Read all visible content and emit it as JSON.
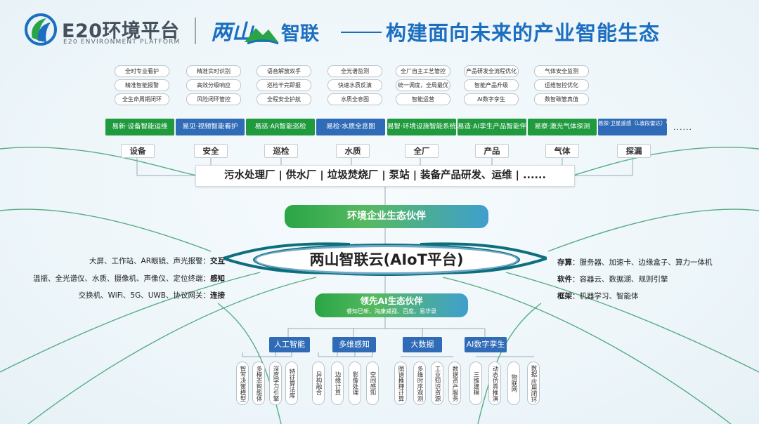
{
  "header": {
    "e20_logo_text": "E20环境平台",
    "e20_logo_sub": "E20 ENVIRONMENT PLATFORM",
    "brand": "智联",
    "brand_logo_text": "两山",
    "title": "构建面向未来的产业智能生态"
  },
  "capability_tags": [
    [
      "全时专业看护",
      "精准智能报警",
      "全生命周期闭环"
    ],
    [
      "精准实时识别",
      "高效分级响应",
      "风险闭环管控"
    ],
    [
      "语音解放双手",
      "巡检干完即报",
      "全程安全护航"
    ],
    [
      "全光谱监测",
      "快速水质反演",
      "水质全息图"
    ],
    [
      "全厂自主工艺管控",
      "统一调度，全局最优",
      "智能运营"
    ],
    [
      "产品研发全流程优化",
      "智能产品升级",
      "AI数字孪生"
    ],
    [
      "气体安全监测",
      "运维智控优化",
      "数智碳管真值"
    ]
  ],
  "products": [
    {
      "label": "易新·设备智能运维",
      "color": "green"
    },
    {
      "label": "易见·视频智能看护",
      "color": "blue"
    },
    {
      "label": "易巡·AR智能巡检",
      "color": "green"
    },
    {
      "label": "易检·水质全息图",
      "color": "blue"
    },
    {
      "label": "易智·环境设施智能系统",
      "color": "green"
    },
    {
      "label": "易造·AI孪生产品智能伴侣",
      "color": "green"
    },
    {
      "label": "易察·激光气体探测",
      "color": "green"
    },
    {
      "label": "易探·卫星遥感（L波段雷达）管网漏损检测",
      "color": "blue"
    }
  ],
  "products_more": "......",
  "categories": [
    "设备",
    "安全",
    "巡检",
    "水质",
    "全厂",
    "产品",
    "气体",
    "探漏"
  ],
  "industry_line": "污水处理厂 | 供水厂 | 垃圾焚烧厂 | 泵站 | 装备产品研发、运维 | ......",
  "ecosystem_top": "环境企业生态伙伴",
  "cloud": "两山智联云(AIoT平台)",
  "left_side": [
    {
      "items": "大屏、工作站、AR眼镜、声光报警：",
      "key": "交互"
    },
    {
      "items": "温振、全光谱仪、水质、摄像机、声像仪、定位终端：",
      "key": "感知"
    },
    {
      "items": "交换机、WiFi、5G、UWB、协议网关：",
      "key": "连接"
    }
  ],
  "right_side": [
    {
      "key": "存算",
      "items": "：服务器、加速卡、边缘盒子、算力一体机"
    },
    {
      "key": "软件",
      "items": "：容器云、数据湖、规则引擎"
    },
    {
      "key": "框架",
      "items": "：机器学习、智能体"
    }
  ],
  "ai_partner": {
    "title": "领先AI生态伙伴",
    "sub": "睿知已新、海康威视、百度、易华录"
  },
  "tech_groups": [
    {
      "label": "人工智能",
      "cards": [
        "智写决策模型",
        "多模态智能体",
        "深度学习引擎",
        "特征算法库"
      ]
    },
    {
      "label": "多维感知",
      "cards": [
        "异构融合",
        "边缘计算",
        "影像处理",
        "空间感知"
      ]
    },
    {
      "label": "大数据",
      "cards": [
        "图谱推理计算",
        "多维时序观测",
        "工业知识资源",
        "数据资产服务"
      ]
    },
    {
      "label": "AI数字孪生",
      "cards": [
        "三维建模",
        "动态仿真推演",
        "物联网",
        "数据·应用闭环"
      ]
    }
  ],
  "colors": {
    "brand_blue": "#1c6fc0",
    "product_green": "#1f9a3c",
    "product_blue": "#2f6bb6",
    "cloud_ring": "#0d6e7c"
  }
}
